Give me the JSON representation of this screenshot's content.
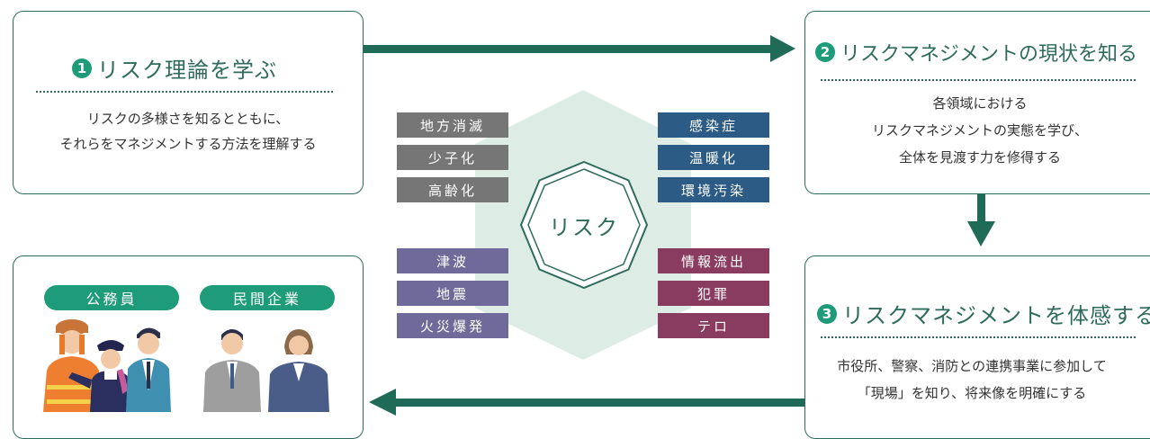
{
  "step1": {
    "number": "1",
    "title": "リスク理論を学ぶ",
    "description": [
      "リスクの多様さを知るとともに、",
      "それらをマネジメントする方法を理解する"
    ]
  },
  "step2": {
    "number": "2",
    "title": "リスクマネジメントの現状を知る",
    "description": [
      "各領域における",
      "リスクマネジメントの実態を学び、",
      "全体を見渡す力を修得する"
    ]
  },
  "step3": {
    "number": "3",
    "title": "リスクマネジメントを体感する",
    "description": [
      "市役所、警察、消防との連携事業に参加して",
      "「現場」を知り、将来像を明確にする"
    ]
  },
  "center": {
    "label": "リスク"
  },
  "risks": {
    "top_left": [
      "地方消滅",
      "少子化",
      "高齢化"
    ],
    "top_right": [
      "感染症",
      "温暖化",
      "環境汚染"
    ],
    "bottom_left": [
      "津波",
      "地震",
      "火災爆発"
    ],
    "bottom_right": [
      "情報流出",
      "犯罪",
      "テロ"
    ]
  },
  "colors": {
    "accent": "#1e9b78",
    "border": "#2e6b5c",
    "hexagon": "#deece6",
    "gray": "#767676",
    "blue": "#2c5c85",
    "purple": "#6f6a99",
    "maroon": "#8a3b60"
  },
  "outcomes": {
    "public_servant": "公務員",
    "private_company": "民間企業"
  }
}
